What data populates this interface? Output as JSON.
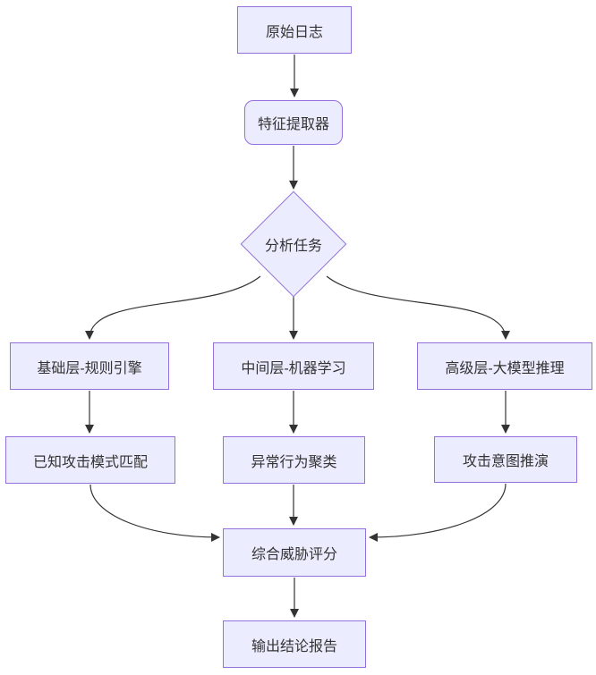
{
  "diagram": {
    "type": "flowchart",
    "direction": "top-down",
    "colors": {
      "background": "#ffffff",
      "node_fill": "#ECECFF",
      "node_border": "#9370DB",
      "edge_color": "#333333",
      "text_color": "#333333"
    },
    "nodes": [
      {
        "id": "raw-logs",
        "label": "原始日志",
        "shape": "rect"
      },
      {
        "id": "feature-extractor",
        "label": "特征提取器",
        "shape": "rounded-rect"
      },
      {
        "id": "analysis-task",
        "label": "分析任务",
        "shape": "diamond"
      },
      {
        "id": "base-layer",
        "label": "基础层-规则引擎",
        "shape": "rect"
      },
      {
        "id": "middle-layer",
        "label": "中间层-机器学习",
        "shape": "rect"
      },
      {
        "id": "advanced-layer",
        "label": "高级层-大模型推理",
        "shape": "rect"
      },
      {
        "id": "pattern-match",
        "label": "已知攻击模式匹配",
        "shape": "rect"
      },
      {
        "id": "anomaly-cluster",
        "label": "异常行为聚类",
        "shape": "rect"
      },
      {
        "id": "intent-deduction",
        "label": "攻击意图推演",
        "shape": "rect"
      },
      {
        "id": "threat-score",
        "label": "综合威胁评分",
        "shape": "rect"
      },
      {
        "id": "final-report",
        "label": "输出结论报告",
        "shape": "rect"
      }
    ],
    "edges": [
      {
        "from": "raw-logs",
        "to": "feature-extractor"
      },
      {
        "from": "feature-extractor",
        "to": "analysis-task"
      },
      {
        "from": "analysis-task",
        "to": "base-layer"
      },
      {
        "from": "analysis-task",
        "to": "middle-layer"
      },
      {
        "from": "analysis-task",
        "to": "advanced-layer"
      },
      {
        "from": "base-layer",
        "to": "pattern-match"
      },
      {
        "from": "middle-layer",
        "to": "anomaly-cluster"
      },
      {
        "from": "advanced-layer",
        "to": "intent-deduction"
      },
      {
        "from": "pattern-match",
        "to": "threat-score"
      },
      {
        "from": "anomaly-cluster",
        "to": "threat-score"
      },
      {
        "from": "intent-deduction",
        "to": "threat-score"
      },
      {
        "from": "threat-score",
        "to": "final-report"
      }
    ]
  }
}
